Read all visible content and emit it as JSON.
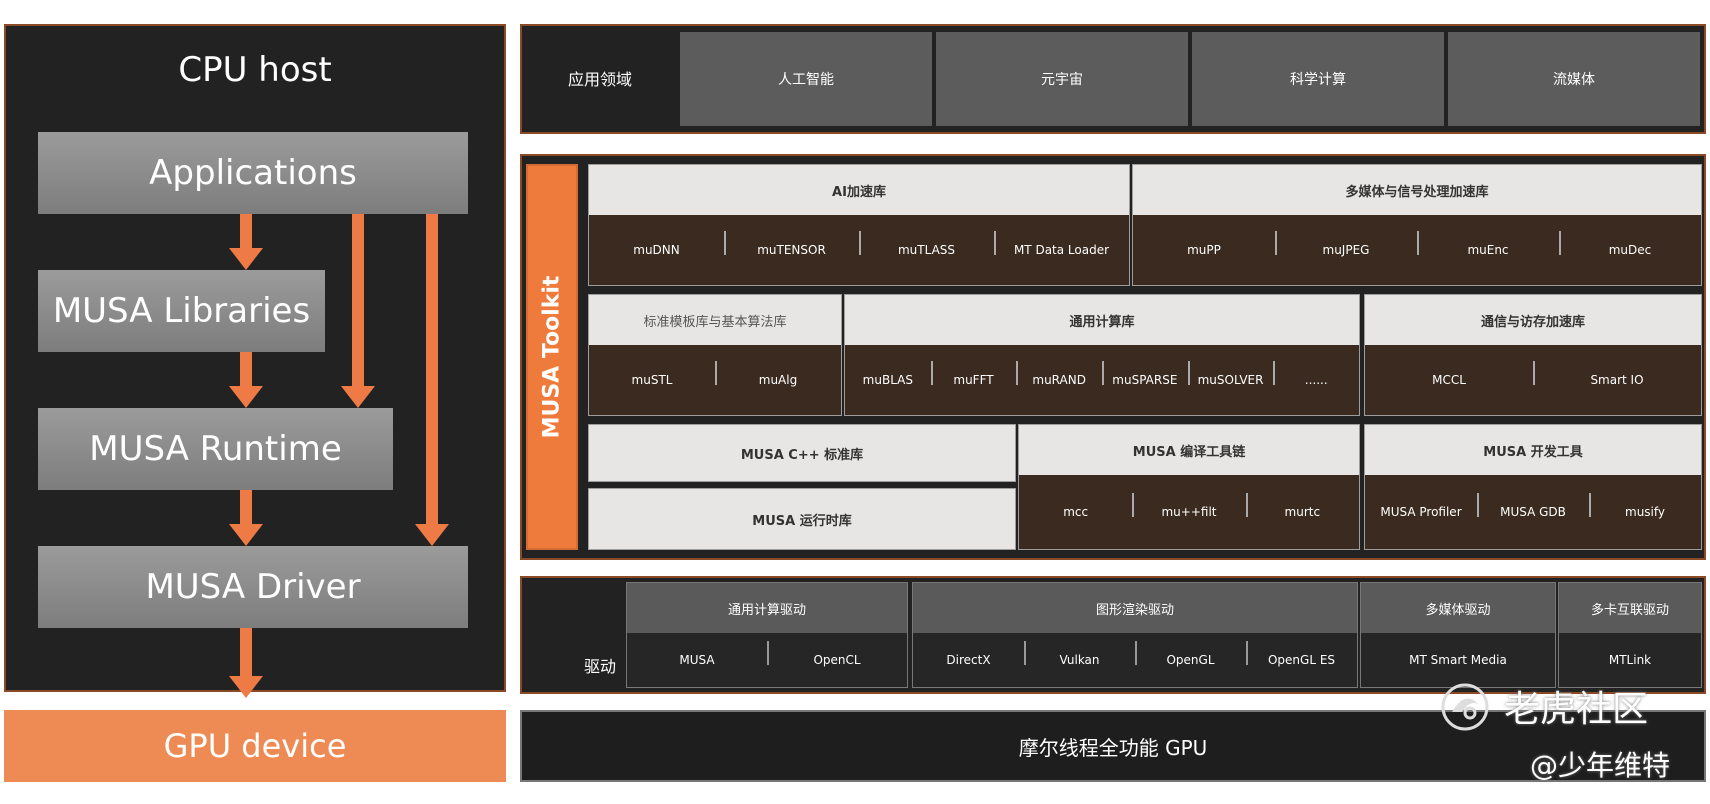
{
  "left": {
    "cpu_host": "CPU host",
    "applications": "Applications",
    "musa_libraries": "MUSA Libraries",
    "musa_runtime": "MUSA Runtime",
    "musa_driver": "MUSA Driver",
    "gpu_device": "GPU device"
  },
  "app_domain": {
    "label": "应用领域",
    "items": [
      "人工智能",
      "元宇宙",
      "科学计算",
      "流媒体"
    ]
  },
  "toolkit": {
    "label": "MUSA Toolkit",
    "ai_lib": {
      "title": "AI加速库",
      "items": [
        "muDNN",
        "muTENSOR",
        "muTLASS",
        "MT Data Loader"
      ]
    },
    "media_lib": {
      "title": "多媒体与信号处理加速库",
      "items": [
        "muPP",
        "muJPEG",
        "muEnc",
        "muDec"
      ]
    },
    "stl_lib": {
      "title": "标准模板库与基本算法库",
      "items": [
        "muSTL",
        "muAlg"
      ]
    },
    "compute_lib": {
      "title": "通用计算库",
      "items": [
        "muBLAS",
        "muFFT",
        "muRAND",
        "muSPARSE",
        "muSOLVER",
        "......"
      ]
    },
    "comm_lib": {
      "title": "通信与访存加速库",
      "items": [
        "MCCL",
        "Smart IO"
      ]
    },
    "cpp_std": "MUSA C++ 标准库",
    "runtime_lib": "MUSA 运行时库",
    "compiler": {
      "title": "MUSA 编译工具链",
      "items": [
        "mcc",
        "mu++filt",
        "murtc"
      ]
    },
    "devtools": {
      "title": "MUSA 开发工具",
      "items": [
        "MUSA Profiler",
        "MUSA GDB",
        "musify"
      ]
    }
  },
  "drivers": {
    "label": "驱动",
    "compute": {
      "title": "通用计算驱动",
      "items": [
        "MUSA",
        "OpenCL"
      ]
    },
    "graphics": {
      "title": "图形渲染驱动",
      "items": [
        "DirectX",
        "Vulkan",
        "OpenGL",
        "OpenGL ES"
      ]
    },
    "media": {
      "title": "多媒体驱动",
      "items": [
        "MT Smart Media"
      ]
    },
    "multicard": {
      "title": "多卡互联驱动",
      "items": [
        "MTLink"
      ]
    }
  },
  "gpu_bar": "摩尔线程全功能 GPU",
  "watermark": {
    "site": "老虎社区",
    "author": "@少年维特"
  },
  "colors": {
    "accent": "#ee7a45",
    "panel": "#222222",
    "panel_border": "#8a4a26",
    "lib_body": "#3a2a1f"
  }
}
